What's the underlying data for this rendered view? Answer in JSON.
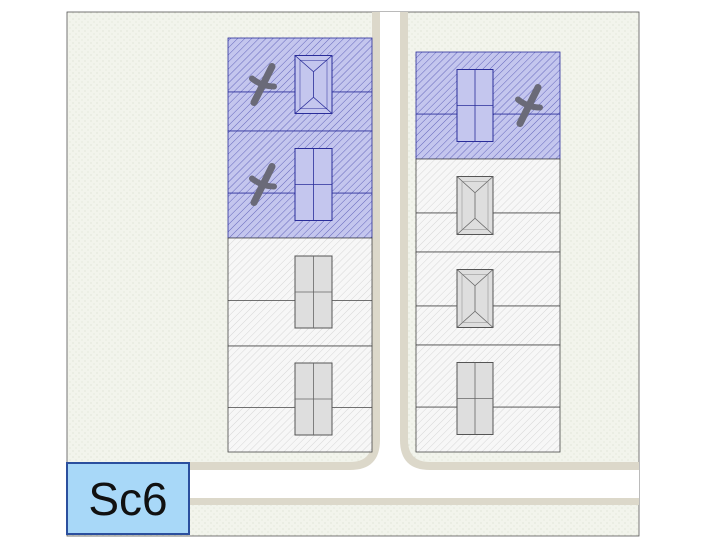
{
  "scenario_label": "Sc6",
  "colors": {
    "selected_fill": "#c4c6ee",
    "selected_hatch": "#4c4fb0",
    "selected_outline": "#2a2d9a",
    "plot_fill": "#f7f7f7",
    "plot_hatch": "#c8c8c8",
    "house_fill": "#dedede",
    "road": "#dcd8ca",
    "grass": "#f2f4ec",
    "cross": "#6a6a78",
    "label_fill": "#a8d8f8",
    "label_border": "#2b4f9e"
  },
  "left_plots": [
    {
      "id": "L1",
      "selected": true,
      "crossed": true,
      "roof": "hip"
    },
    {
      "id": "L2",
      "selected": true,
      "crossed": true,
      "roof": "gable"
    },
    {
      "id": "L3",
      "selected": false,
      "crossed": false,
      "roof": "gable"
    },
    {
      "id": "L4",
      "selected": false,
      "crossed": false,
      "roof": "gable"
    }
  ],
  "right_plots": [
    {
      "id": "R1",
      "selected": true,
      "crossed": true,
      "roof": "gable"
    },
    {
      "id": "R2",
      "selected": false,
      "crossed": false,
      "roof": "hip"
    },
    {
      "id": "R3",
      "selected": false,
      "crossed": false,
      "roof": "hip"
    },
    {
      "id": "R4",
      "selected": false,
      "crossed": false,
      "roof": "gable"
    }
  ]
}
